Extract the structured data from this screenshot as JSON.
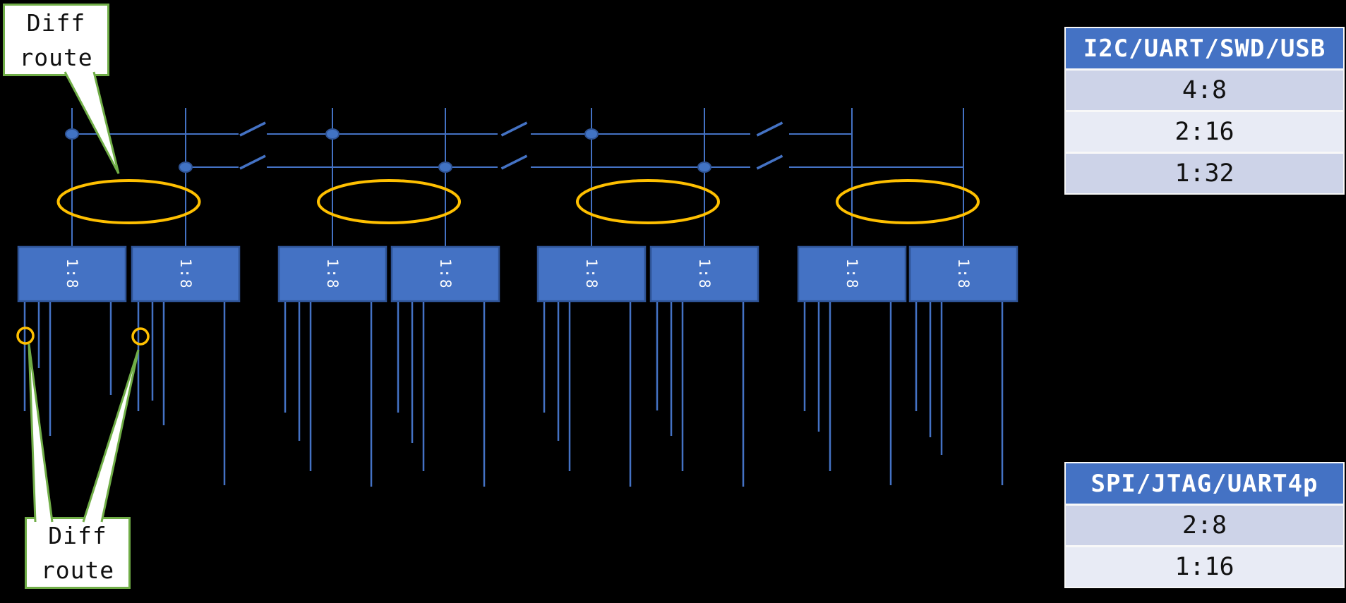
{
  "callout_top": {
    "lines": [
      "Diff",
      "route"
    ]
  },
  "callout_bottom": {
    "lines": [
      "Diff",
      "route"
    ]
  },
  "mux_box_label": "1:8",
  "tables": {
    "top": {
      "header": "I2C/UART/SWD/USB",
      "rows": [
        "4:8",
        "2:16",
        "1:32"
      ]
    },
    "bottom": {
      "header": "SPI/JTAG/UART4p",
      "rows": [
        "2:8",
        "1:16"
      ]
    }
  },
  "colors": {
    "background": "#000000",
    "bus_blue": "#4472C4",
    "box_fill": "#4472C4",
    "box_border": "#2E5395",
    "dot_fill": "#4173C4",
    "highlight_orange": "#FFC000",
    "callout_green": "#70AD47",
    "table_header_bg": "#4472C4",
    "table_row_a": "#CDD3E8",
    "table_row_b": "#E8EBF5"
  }
}
